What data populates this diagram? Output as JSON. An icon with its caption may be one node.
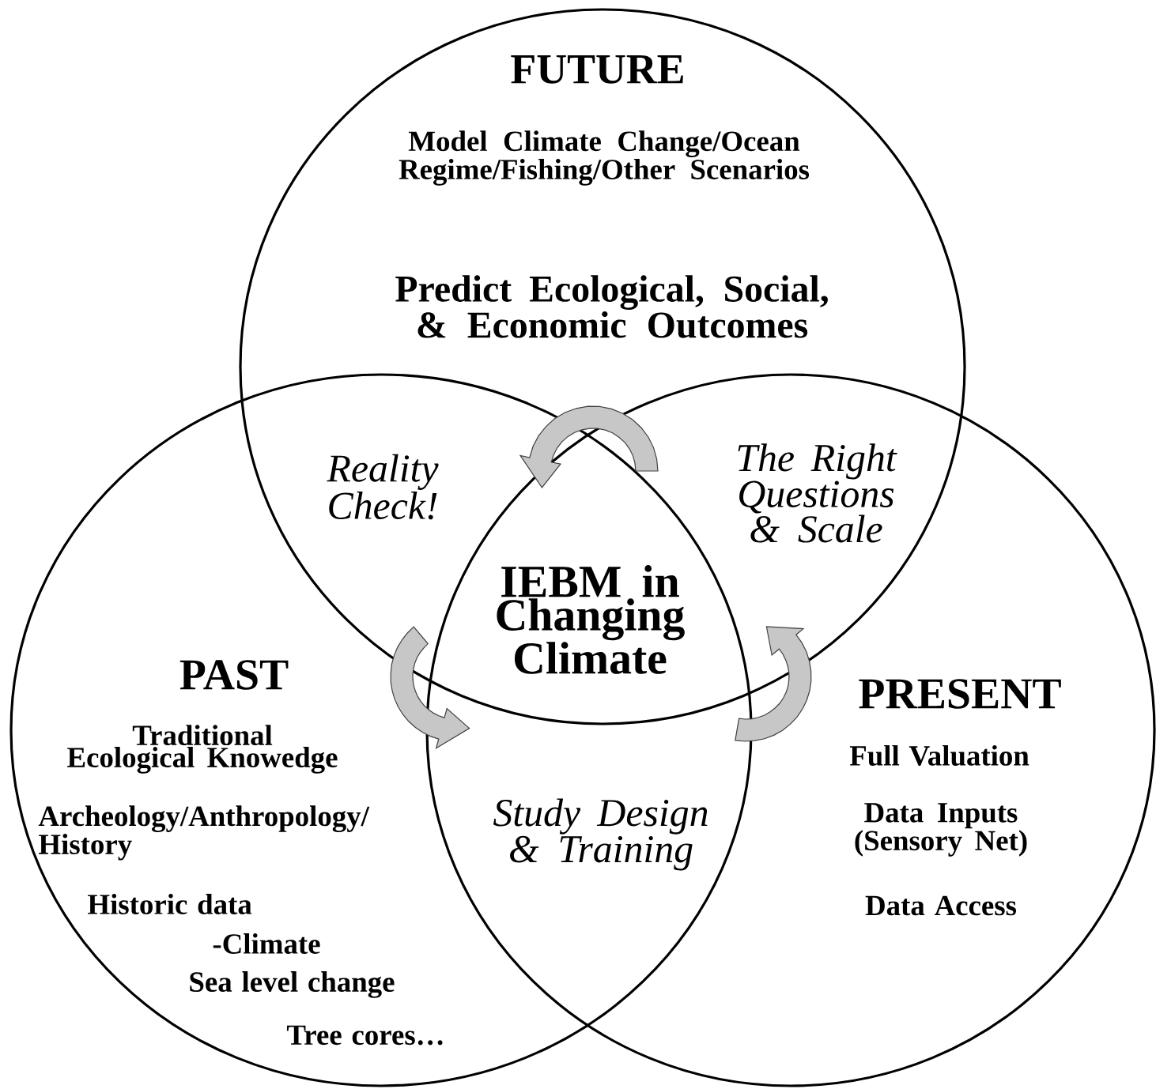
{
  "diagram": {
    "nodes": [
      {
        "text": [
          "FUTURE",
          "Model Climate Change/Ocean Regime/Fishing/Other Scenarios",
          "Predict Ecological, Social, & Economic Outcomes"
        ]
      },
      {
        "text": [
          "PAST",
          "Traditional Ecological Knowedge",
          "Archeology/Anthropology/ History",
          "Historic data",
          "-Climate",
          "Sea level change",
          "Tree cores…"
        ]
      },
      {
        "text": [
          "PRESENT",
          "Full Valuation",
          "Data Inputs (Sensory Net)",
          "Data Access"
        ]
      }
    ],
    "labels": [
      "Reality Check!",
      "The Right Questions & Scale",
      "IEBM in Changing Climate",
      "Study Design & Training"
    ]
  }
}
